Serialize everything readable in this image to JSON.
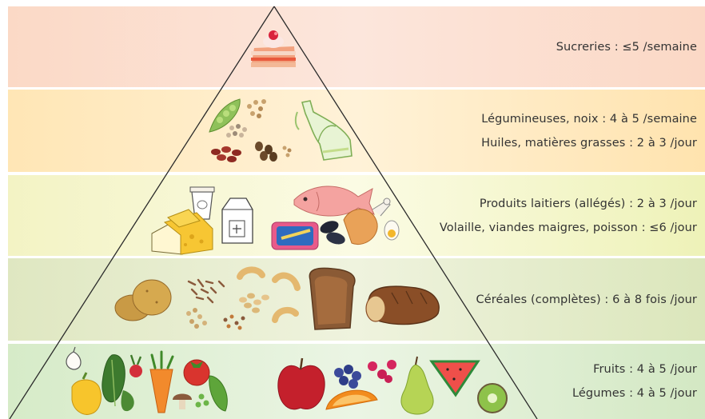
{
  "tiers": [
    {
      "id": "sweets",
      "labels": [
        "Sucreries : ≤5 /semaine"
      ]
    },
    {
      "id": "legumes-oils",
      "labels": [
        "Légumineuses, noix : 4 à 5 /semaine",
        "Huiles, matières grasses : 2 à 3 /jour"
      ]
    },
    {
      "id": "dairy-protein",
      "labels": [
        "Produits laitiers (allégés) : 2 à 3 /jour",
        "Volaille, viandes maigres, poisson : ≤6 /jour"
      ]
    },
    {
      "id": "cereals",
      "labels": [
        "Céréales (complètes) : 6 à 8 fois /jour"
      ]
    },
    {
      "id": "fruits-vegetables",
      "labels": [
        "Fruits : 4 à 5 /jour",
        "Légumes : 4 à 5 /jour"
      ]
    }
  ],
  "icons": {
    "sweets": [
      "cake-slice-icon"
    ],
    "legumes_oils": [
      "pea-pod-icon",
      "nuts-seeds-icon",
      "beans-icon",
      "oil-bottle-icon"
    ],
    "dairy_protein": [
      "yogurt-icon",
      "milk-carton-icon",
      "cheese-icon",
      "fish-icon",
      "sardine-can-icon",
      "mussels-icon",
      "chicken-leg-icon",
      "egg-icon"
    ],
    "cereals": [
      "potato-icon",
      "rice-icon",
      "grains-icon",
      "pasta-icon",
      "bread-slice-icon",
      "bread-loaf-icon"
    ],
    "fruits_vegetables": [
      "garlic-icon",
      "pepper-icon",
      "spinach-icon",
      "radish-icon",
      "carrot-icon",
      "tomato-icon",
      "mushroom-icon",
      "peas-icon",
      "apple-icon",
      "blueberries-icon",
      "orange-slice-icon",
      "raspberries-icon",
      "pear-icon",
      "watermelon-icon",
      "kiwi-icon"
    ]
  },
  "colors": {
    "tier_sweets": "#fbd9c6",
    "tier_legumes": "#ffe6b5",
    "tier_dairy": "#f3f3c4",
    "tier_cereals": "#dfe7c1",
    "tier_fruits": "#d6ebc8",
    "pyramid_outline": "#2a2a2a"
  }
}
